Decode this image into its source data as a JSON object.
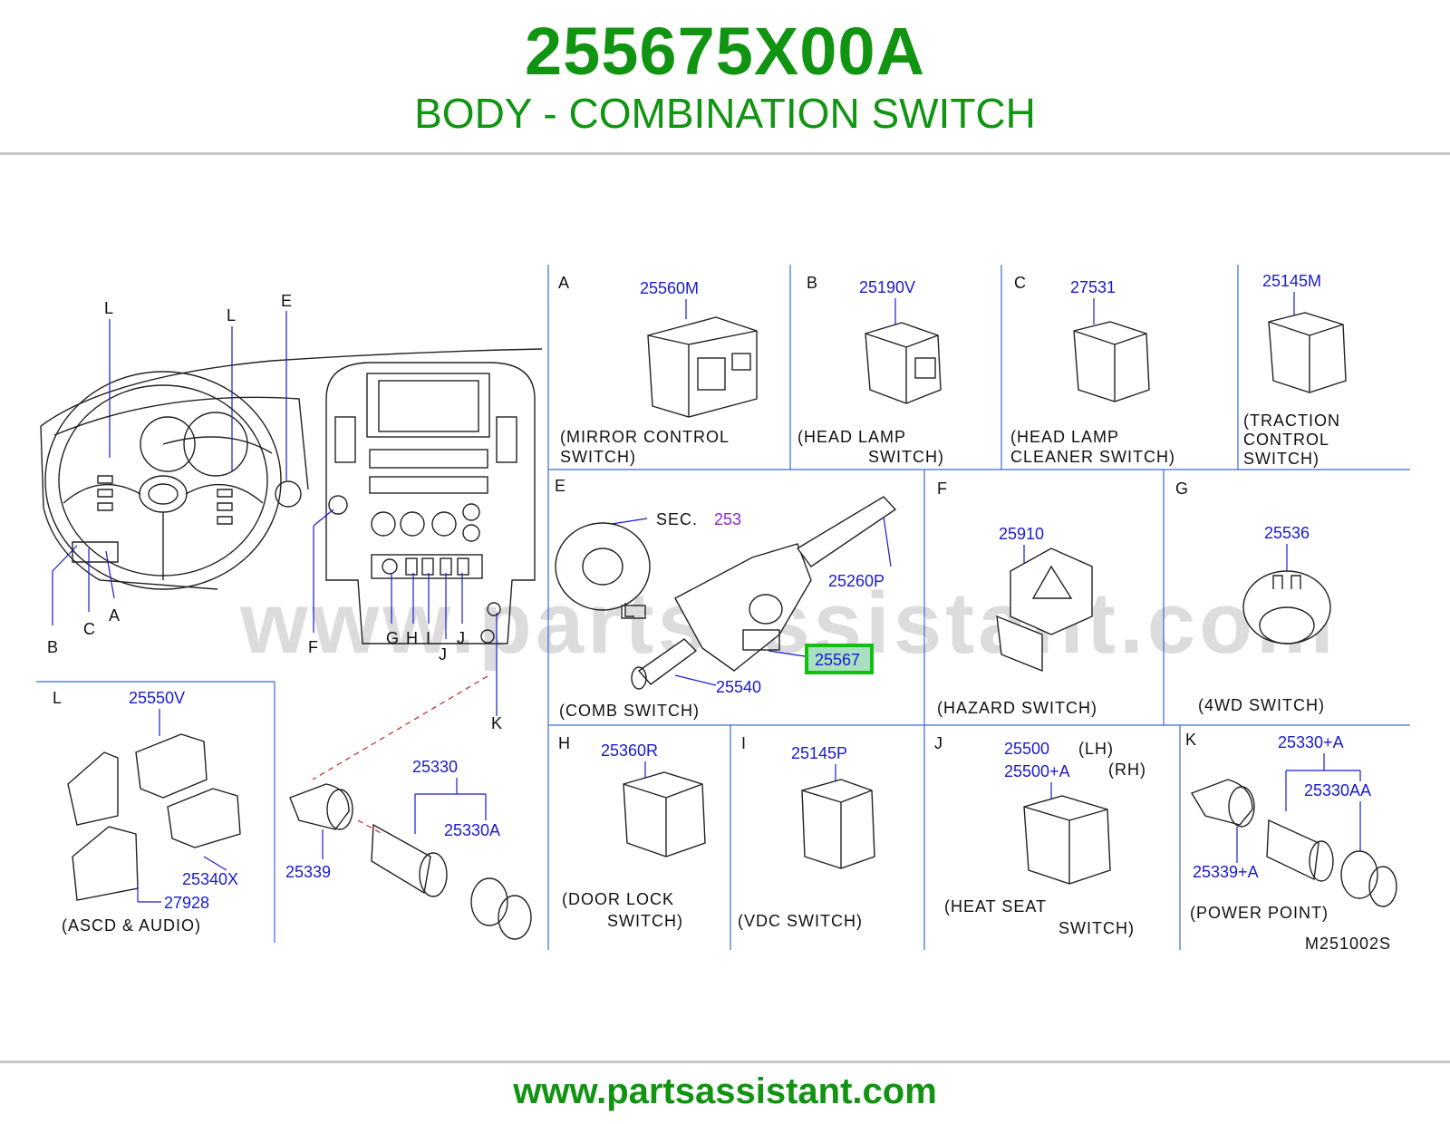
{
  "header": {
    "part_number": "255675X00A",
    "subtitle": "BODY - COMBINATION SWITCH"
  },
  "watermark": "www.partsassistant.com",
  "footer": {
    "url": "www.partsassistant.com"
  },
  "diagram_code": "M251002S",
  "highlight_part": "25567",
  "overview": {
    "callouts": [
      "L",
      "L",
      "E",
      "B",
      "C",
      "A",
      "F",
      "G",
      "H",
      "I",
      "J",
      "J",
      "K"
    ]
  },
  "panels": {
    "A": {
      "letter": "A",
      "part": "25560M",
      "caption1": "(MIRROR   CONTROL",
      "caption2": "SWITCH)"
    },
    "B": {
      "letter": "B",
      "part": "25190V",
      "caption1": "(HEAD   LAMP",
      "caption2": "SWITCH)"
    },
    "C": {
      "letter": "C",
      "part": "27531",
      "caption1": "(HEAD   LAMP",
      "caption2": "CLEANER   SWITCH)"
    },
    "TC": {
      "part": "25145M",
      "caption1": "(TRACTION",
      "caption2": "CONTROL",
      "caption3": "SWITCH)"
    },
    "E": {
      "letter": "E",
      "sec_label": "SEC.",
      "sec_number": "253",
      "parts": [
        "25260P",
        "25567",
        "25540"
      ],
      "caption": "(COMB   SWITCH)"
    },
    "F": {
      "letter": "F",
      "part": "25910",
      "caption": "(HAZARD   SWITCH)"
    },
    "G": {
      "letter": "G",
      "part": "25536",
      "caption": "(4WD   SWITCH)"
    },
    "H": {
      "letter": "H",
      "part": "25360R",
      "caption1": "(DOOR   LOCK",
      "caption2": "SWITCH)"
    },
    "I": {
      "letter": "I",
      "part": "25145P",
      "caption": "(VDC   SWITCH)"
    },
    "J": {
      "letter": "J",
      "part_lh": "25500",
      "lh": "(LH)",
      "part_rh": "25500+A",
      "rh": "(RH)",
      "caption1": "(HEAT   SEAT",
      "caption2": "SWITCH)"
    },
    "K": {
      "letter": "K",
      "part1": "25330+A",
      "part2": "25330AA",
      "part3": "25339+A",
      "caption": "(POWER   POINT)"
    },
    "L": {
      "letter": "L",
      "part1": "25550V",
      "part2": "25340X",
      "part3": "27928",
      "caption": "(ASCD   &   AUDIO)"
    },
    "lighter": {
      "part1": "25330",
      "part2": "25330A",
      "part3": "25339"
    }
  },
  "colors": {
    "brand_green": "#119411",
    "part_blue": "#1a1ad0",
    "highlight": "#11c011"
  }
}
